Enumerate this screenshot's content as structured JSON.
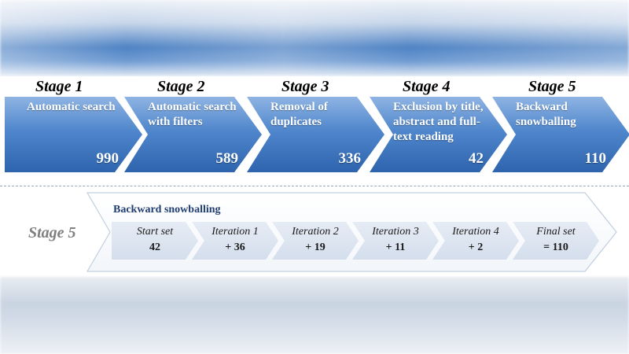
{
  "stages": [
    {
      "label": "Stage 1",
      "description": "Automatic search",
      "count": "990"
    },
    {
      "label": "Stage 2",
      "description": "Automatic search with filters",
      "count": "589"
    },
    {
      "label": "Stage 3",
      "description": "Removal of duplicates",
      "count": "336"
    },
    {
      "label": "Stage 4",
      "description": "Exclusion by title, abstract and full-text reading",
      "count": "42"
    },
    {
      "label": "Stage 5",
      "description": "Backward snowballing",
      "count": "110"
    }
  ],
  "snowballing": {
    "side_label": "Stage 5",
    "title": "Backward snowballing",
    "steps": [
      {
        "label": "Start set",
        "value": "42"
      },
      {
        "label": "Iteration 1",
        "value": "+ 36"
      },
      {
        "label": "Iteration 2",
        "value": "+ 19"
      },
      {
        "label": "Iteration 3",
        "value": "+ 11"
      },
      {
        "label": "Iteration 4",
        "value": "+ 2"
      },
      {
        "label": "Final set",
        "value": "= 110"
      }
    ]
  },
  "colors": {
    "chevron_top": "#8fb4e3",
    "chevron_bottom": "#2d64ad",
    "step_fill": "#dbe3ef",
    "title_text": "#1f3d73",
    "muted_label": "#7f7f7f"
  }
}
